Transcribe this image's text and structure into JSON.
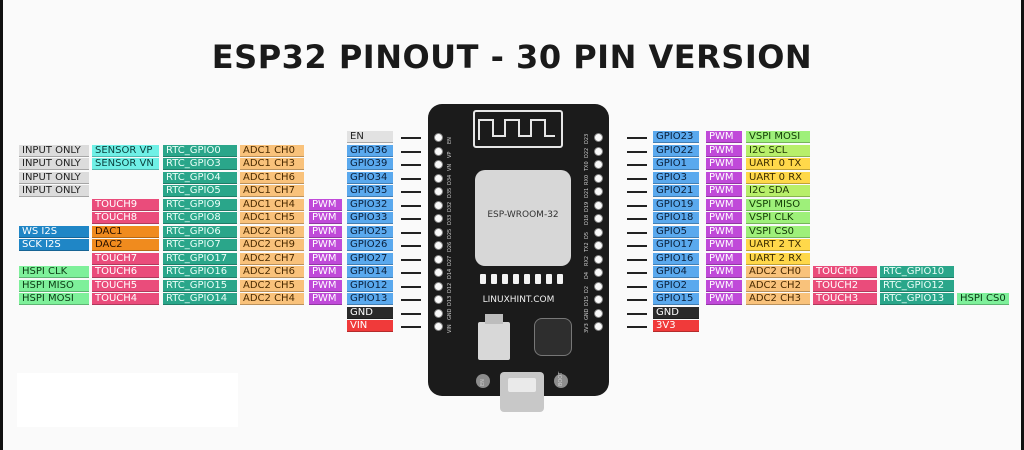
{
  "title": "ESP32 PINOUT - 30 PIN VERSION",
  "board": {
    "module_label": "ESP-WROOM-32",
    "brand": "LINUXHINT.COM",
    "button_left": "EN",
    "button_right": "BOOT",
    "left_pin_names": [
      "EN",
      "VP",
      "VN",
      "D34",
      "D35",
      "D32",
      "D33",
      "D25",
      "D26",
      "D27",
      "D14",
      "D12",
      "D13",
      "GND",
      "VIN"
    ],
    "right_pin_names": [
      "D23",
      "D22",
      "TX0",
      "RX0",
      "D21",
      "D19",
      "D18",
      "D5",
      "TX2",
      "RX2",
      "D4",
      "D2",
      "D15",
      "GND",
      "3V3"
    ]
  },
  "left_rows": [
    {
      "pin": "EN",
      "gpio_color": "en",
      "labels": []
    },
    {
      "pin": "GPIO36",
      "gpio_color": "gpio",
      "labels": [
        {
          "t": "ADC1 CH0",
          "c": "adc",
          "col": 3
        },
        {
          "t": "RTC_GPIO0",
          "c": "rtc",
          "col": 2
        },
        {
          "t": "SENSOR VP",
          "c": "sensor",
          "col": 1
        },
        {
          "t": "INPUT ONLY",
          "c": "input",
          "col": 0
        }
      ]
    },
    {
      "pin": "GPIO39",
      "gpio_color": "gpio",
      "labels": [
        {
          "t": "ADC1 CH3",
          "c": "adc",
          "col": 3
        },
        {
          "t": "RTC_GPIO3",
          "c": "rtc",
          "col": 2
        },
        {
          "t": "SENSOR VN",
          "c": "sensor",
          "col": 1
        },
        {
          "t": "INPUT ONLY",
          "c": "input",
          "col": 0
        }
      ]
    },
    {
      "pin": "GPIO34",
      "gpio_color": "gpio",
      "labels": [
        {
          "t": "ADC1 CH6",
          "c": "adc",
          "col": 3
        },
        {
          "t": "RTC_GPIO4",
          "c": "rtc",
          "col": 2
        },
        {
          "t": "INPUT ONLY",
          "c": "input",
          "col": 0
        }
      ]
    },
    {
      "pin": "GPIO35",
      "gpio_color": "gpio",
      "labels": [
        {
          "t": "ADC1 CH7",
          "c": "adc",
          "col": 3
        },
        {
          "t": "RTC_GPIO5",
          "c": "rtc",
          "col": 2
        },
        {
          "t": "INPUT ONLY",
          "c": "input",
          "col": 0
        }
      ]
    },
    {
      "pin": "GPIO32",
      "gpio_color": "gpio",
      "labels": [
        {
          "t": "PWM",
          "c": "pwm",
          "col": 4
        },
        {
          "t": "ADC1 CH4",
          "c": "adc",
          "col": 3
        },
        {
          "t": "RTC_GPIO9",
          "c": "rtc",
          "col": 2
        },
        {
          "t": "TOUCH9",
          "c": "touch",
          "col": 1
        }
      ]
    },
    {
      "pin": "GPIO33",
      "gpio_color": "gpio",
      "labels": [
        {
          "t": "PWM",
          "c": "pwm",
          "col": 4
        },
        {
          "t": "ADC1 CH5",
          "c": "adc",
          "col": 3
        },
        {
          "t": "RTC_GPIO8",
          "c": "rtc",
          "col": 2
        },
        {
          "t": "TOUCH8",
          "c": "touch",
          "col": 1
        }
      ]
    },
    {
      "pin": "GPIO25",
      "gpio_color": "gpio",
      "labels": [
        {
          "t": "PWM",
          "c": "pwm",
          "col": 4
        },
        {
          "t": "ADC2 CH8",
          "c": "adc",
          "col": 3
        },
        {
          "t": "RTC_GPIO6",
          "c": "rtc",
          "col": 2
        },
        {
          "t": "DAC1",
          "c": "dac",
          "col": 1
        },
        {
          "t": "WS I2S",
          "c": "i2s",
          "col": 0
        }
      ]
    },
    {
      "pin": "GPIO26",
      "gpio_color": "gpio",
      "labels": [
        {
          "t": "PWM",
          "c": "pwm",
          "col": 4
        },
        {
          "t": "ADC2 CH9",
          "c": "adc",
          "col": 3
        },
        {
          "t": "RTC_GPIO7",
          "c": "rtc",
          "col": 2
        },
        {
          "t": "DAC2",
          "c": "dac",
          "col": 1
        },
        {
          "t": "SCK I2S",
          "c": "i2s",
          "col": 0
        }
      ]
    },
    {
      "pin": "GPIO27",
      "gpio_color": "gpio",
      "labels": [
        {
          "t": "PWM",
          "c": "pwm",
          "col": 4
        },
        {
          "t": "ADC2 CH7",
          "c": "adc",
          "col": 3
        },
        {
          "t": "RTC_GPIO17",
          "c": "rtc",
          "col": 2
        },
        {
          "t": "TOUCH7",
          "c": "touch",
          "col": 1
        }
      ]
    },
    {
      "pin": "GPIO14",
      "gpio_color": "gpio",
      "labels": [
        {
          "t": "PWM",
          "c": "pwm",
          "col": 4
        },
        {
          "t": "ADC2 CH6",
          "c": "adc",
          "col": 3
        },
        {
          "t": "RTC_GPIO16",
          "c": "rtc",
          "col": 2
        },
        {
          "t": "TOUCH6",
          "c": "touch",
          "col": 1
        },
        {
          "t": "HSPI CLK",
          "c": "hspi",
          "col": 0
        }
      ]
    },
    {
      "pin": "GPIO12",
      "gpio_color": "gpio",
      "labels": [
        {
          "t": "PWM",
          "c": "pwm",
          "col": 4
        },
        {
          "t": "ADC2 CH5",
          "c": "adc",
          "col": 3
        },
        {
          "t": "RTC_GPIO15",
          "c": "rtc",
          "col": 2
        },
        {
          "t": "TOUCH5",
          "c": "touch",
          "col": 1
        },
        {
          "t": "HSPI MISO",
          "c": "hspi",
          "col": 0
        }
      ]
    },
    {
      "pin": "GPIO13",
      "gpio_color": "gpio",
      "labels": [
        {
          "t": "PWM",
          "c": "pwm",
          "col": 4
        },
        {
          "t": "ADC2 CH4",
          "c": "adc",
          "col": 3
        },
        {
          "t": "RTC_GPIO14",
          "c": "rtc",
          "col": 2
        },
        {
          "t": "TOUCH4",
          "c": "touch",
          "col": 1
        },
        {
          "t": "HSPI MOSI",
          "c": "hspi",
          "col": 0
        }
      ]
    },
    {
      "pin": "GND",
      "gpio_color": "gnd",
      "labels": []
    },
    {
      "pin": "VIN",
      "gpio_color": "vin",
      "labels": []
    }
  ],
  "right_rows": [
    {
      "pin": "GPIO23",
      "gpio_color": "gpio",
      "labels": [
        {
          "t": "PWM",
          "c": "pwm",
          "col": 0
        },
        {
          "t": "VSPI MOSI",
          "c": "vspi",
          "col": 1
        }
      ]
    },
    {
      "pin": "GPIO22",
      "gpio_color": "gpio",
      "labels": [
        {
          "t": "PWM",
          "c": "pwm",
          "col": 0
        },
        {
          "t": "I2C SCL",
          "c": "i2c",
          "col": 1
        }
      ]
    },
    {
      "pin": "GPIO1",
      "gpio_color": "gpio",
      "labels": [
        {
          "t": "PWM",
          "c": "pwm",
          "col": 0
        },
        {
          "t": "UART 0 TX",
          "c": "uart",
          "col": 1
        }
      ]
    },
    {
      "pin": "GPIO3",
      "gpio_color": "gpio",
      "labels": [
        {
          "t": "PWM",
          "c": "pwm",
          "col": 0
        },
        {
          "t": "UART 0 RX",
          "c": "uart",
          "col": 1
        }
      ]
    },
    {
      "pin": "GPIO21",
      "gpio_color": "gpio",
      "labels": [
        {
          "t": "PWM",
          "c": "pwm",
          "col": 0
        },
        {
          "t": "I2C SDA",
          "c": "i2c",
          "col": 1
        }
      ]
    },
    {
      "pin": "GPIO19",
      "gpio_color": "gpio",
      "labels": [
        {
          "t": "PWM",
          "c": "pwm",
          "col": 0
        },
        {
          "t": "VSPI MISO",
          "c": "vspi",
          "col": 1
        }
      ]
    },
    {
      "pin": "GPIO18",
      "gpio_color": "gpio",
      "labels": [
        {
          "t": "PWM",
          "c": "pwm",
          "col": 0
        },
        {
          "t": "VSPI CLK",
          "c": "vspi",
          "col": 1
        }
      ]
    },
    {
      "pin": "GPIO5",
      "gpio_color": "gpio",
      "labels": [
        {
          "t": "PWM",
          "c": "pwm",
          "col": 0
        },
        {
          "t": "VSPI CS0",
          "c": "vspi",
          "col": 1
        }
      ]
    },
    {
      "pin": "GPIO17",
      "gpio_color": "gpio",
      "labels": [
        {
          "t": "PWM",
          "c": "pwm",
          "col": 0
        },
        {
          "t": "UART 2 TX",
          "c": "uart",
          "col": 1
        }
      ]
    },
    {
      "pin": "GPIO16",
      "gpio_color": "gpio",
      "labels": [
        {
          "t": "PWM",
          "c": "pwm",
          "col": 0
        },
        {
          "t": "UART 2 RX",
          "c": "uart",
          "col": 1
        }
      ]
    },
    {
      "pin": "GPIO4",
      "gpio_color": "gpio",
      "labels": [
        {
          "t": "PWM",
          "c": "pwm",
          "col": 0
        },
        {
          "t": "ADC2 CH0",
          "c": "adc",
          "col": 1
        },
        {
          "t": "TOUCH0",
          "c": "touch",
          "col": 2
        },
        {
          "t": "RTC_GPIO10",
          "c": "rtc",
          "col": 3
        }
      ]
    },
    {
      "pin": "GPIO2",
      "gpio_color": "gpio",
      "labels": [
        {
          "t": "PWM",
          "c": "pwm",
          "col": 0
        },
        {
          "t": "ADC2 CH2",
          "c": "adc",
          "col": 1
        },
        {
          "t": "TOUCH2",
          "c": "touch",
          "col": 2
        },
        {
          "t": "RTC_GPIO12",
          "c": "rtc",
          "col": 3
        }
      ]
    },
    {
      "pin": "GPIO15",
      "gpio_color": "gpio",
      "labels": [
        {
          "t": "PWM",
          "c": "pwm",
          "col": 0
        },
        {
          "t": "ADC2 CH3",
          "c": "adc",
          "col": 1
        },
        {
          "t": "TOUCH3",
          "c": "touch",
          "col": 2
        },
        {
          "t": "RTC_GPIO13",
          "c": "rtc",
          "col": 3
        },
        {
          "t": "HSPI CS0",
          "c": "hspi",
          "col": 4
        }
      ]
    },
    {
      "pin": "GND",
      "gpio_color": "gnd",
      "labels": []
    },
    {
      "pin": "3V3",
      "gpio_color": "vin",
      "labels": []
    }
  ]
}
